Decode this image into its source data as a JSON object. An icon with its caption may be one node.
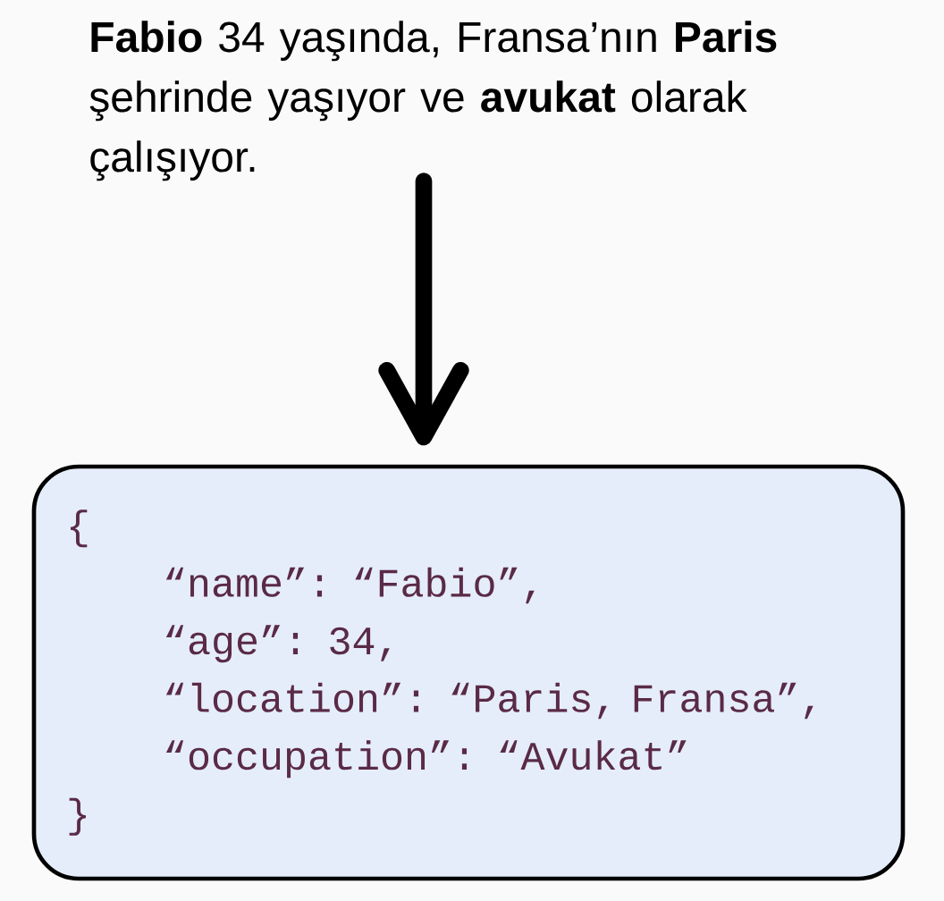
{
  "diagram": {
    "nodes": [
      {
        "text": [
          "**Fabio** 34 yaşında, Fransa’nın **Paris** şehrinde yaşıyor ve **avukat** olarak çalışıyor."
        ]
      },
      {
        "text": [
          "{",
          "“name”: “Fabio”,",
          "“age”: 34,",
          "“location”: “Paris, Fransa”,",
          "“occupation”: “Avukat”",
          "}"
        ]
      }
    ],
    "edges": [
      {
        "from": 0,
        "to": 1,
        "arrow": "to"
      }
    ]
  }
}
